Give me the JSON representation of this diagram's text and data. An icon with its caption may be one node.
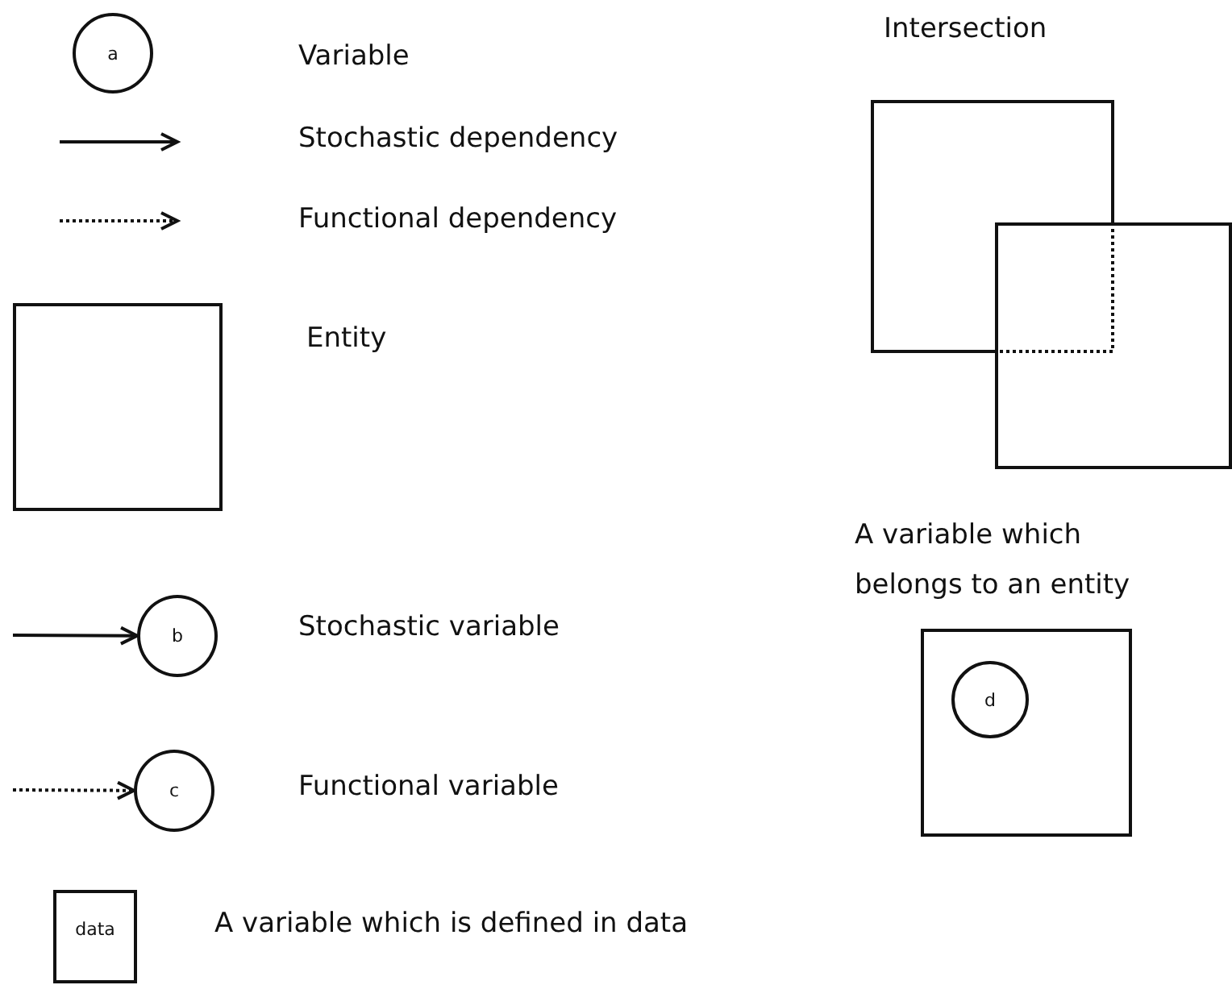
{
  "diagram": {
    "nodes": [
      {
        "text": [
          "a"
        ]
      },
      {
        "text": [],
        "shape": "box",
        "beside": [
          "Entity"
        ]
      },
      {
        "text": [
          "b"
        ],
        "beside": [
          "Stochastic variable"
        ]
      },
      {
        "text": [
          "c"
        ],
        "beside": [
          "Functional variable"
        ]
      },
      {
        "text": [
          "data"
        ],
        "beside": [
          "A variable which is defined in data"
        ]
      },
      {
        "text": [],
        "shape": "box",
        "beside": [
          "Intersection"
        ]
      },
      {
        "text": [],
        "shape": "box"
      },
      {
        "text": [],
        "shape": "box",
        "beside": [
          "A variable which belongs to an entity"
        ]
      },
      {
        "text": [
          "d"
        ],
        "in": 7
      }
    ],
    "edges": [
      {
        "from": null,
        "to": 2,
        "arrow": "to"
      },
      {
        "from": null,
        "to": 3,
        "arrow": "to",
        "style": "dashed"
      }
    ],
    "labels": [
      "Variable",
      "Stochastic dependency",
      "Functional dependency"
    ]
  }
}
